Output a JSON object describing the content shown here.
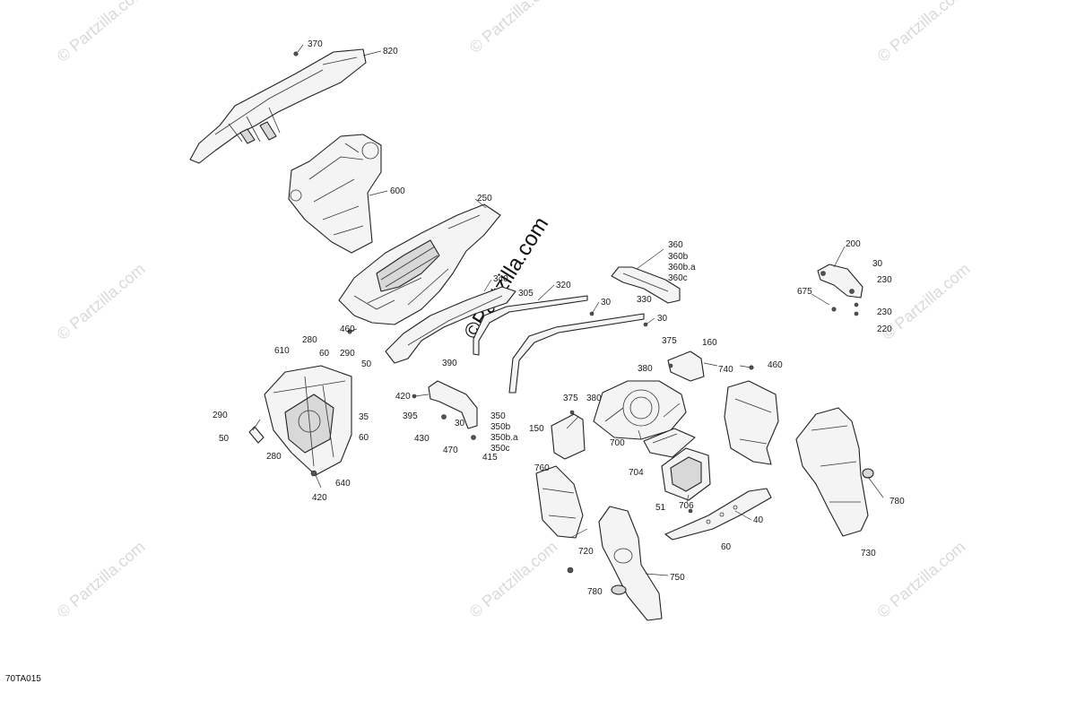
{
  "diagram": {
    "footer_code": "70TA015",
    "watermark_text": "© Partzilla.com",
    "center_watermark": "©Partzilla.com",
    "callouts": [
      "370",
      "820",
      "600",
      "250",
      "340",
      "305",
      "320",
      "30",
      "330",
      "30",
      "360",
      "360b",
      "360b.a",
      "360c",
      "200",
      "30",
      "675",
      "230",
      "230",
      "220",
      "460",
      "280",
      "610",
      "60",
      "290",
      "50",
      "35",
      "60",
      "290",
      "50",
      "280",
      "640",
      "420",
      "390",
      "420",
      "395",
      "30",
      "430",
      "470",
      "350",
      "350b",
      "350b.a",
      "350c",
      "415",
      "375",
      "160",
      "380",
      "740",
      "460",
      "375",
      "380",
      "150",
      "700",
      "704",
      "706",
      "760",
      "720",
      "780",
      "750",
      "51",
      "40",
      "60",
      "780",
      "730"
    ]
  }
}
